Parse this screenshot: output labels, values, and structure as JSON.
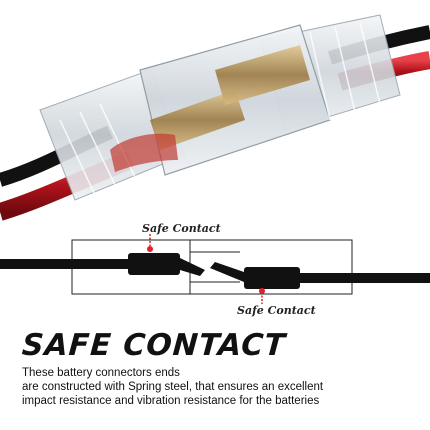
{
  "product": {
    "image_alt": "Clear spring steel battery connector with red and black cables"
  },
  "diagram": {
    "label_top": "Safe Contact",
    "label_bottom": "Safe Contact",
    "marker_color": "#e0202a"
  },
  "headline": "SAFE CONTACT",
  "description": {
    "lines": [
      "These battery connectors ends",
      "are constructed with Spring steel, that ensures an excellent",
      "impact resistance and vibration resistance for the batteries"
    ]
  },
  "colors": {
    "cable_red": "#c8161d",
    "cable_black": "#111111",
    "terminal_gold": "#b8955a",
    "housing_clear": "#dfe4e8"
  }
}
